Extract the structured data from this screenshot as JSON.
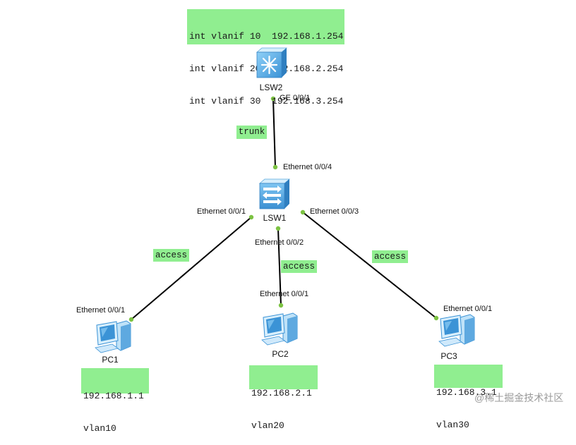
{
  "router_config": {
    "lines": [
      "int vlanif 10  192.168.1.254",
      "int vlanif 20  192.168.2.254",
      "int vlanif 30  192.168.3.254"
    ]
  },
  "devices": {
    "lsw2": {
      "label": "LSW2",
      "port": "GE 0/0/1"
    },
    "lsw1": {
      "label": "LSW1",
      "ports": {
        "p1": "Ethernet 0/0/1",
        "p2": "Ethernet 0/0/2",
        "p3": "Ethernet 0/0/3",
        "p4": "Ethernet 0/0/4"
      }
    },
    "pc1": {
      "label": "PC1",
      "port": "Ethernet 0/0/1",
      "ip": "192.168.1.1",
      "vlan": "vlan10"
    },
    "pc2": {
      "label": "PC2",
      "port": "Ethernet 0/0/1",
      "ip": "192.168.2.1",
      "vlan": "vlan20"
    },
    "pc3": {
      "label": "PC3",
      "port": "Ethernet 0/0/1",
      "ip": "192.168.3.1",
      "vlan": "vlan30"
    }
  },
  "links": {
    "lsw2_lsw1": "trunk",
    "lsw1_pc1": "access",
    "lsw1_pc2": "access",
    "lsw1_pc3": "access"
  },
  "icons": {
    "lsw2": "layer3-switch-icon",
    "lsw1": "switch-icon",
    "pc": "pc-icon"
  },
  "colors": {
    "label_bg": "#90ee90",
    "link": "#000000",
    "port_dot": "#7cc242",
    "device_blue": "#3b93d6"
  },
  "watermark": "@稀土掘金技术社区"
}
